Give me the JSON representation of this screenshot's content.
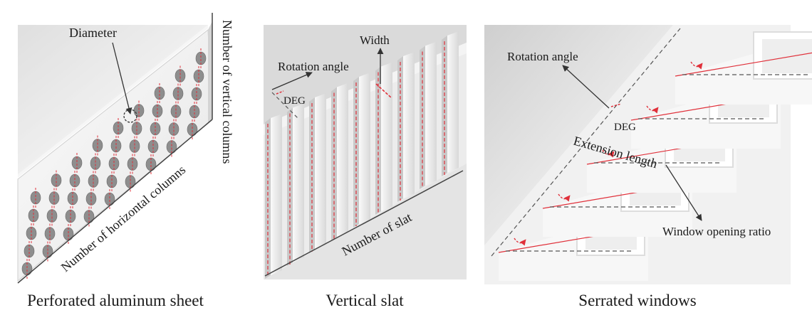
{
  "panels": [
    {
      "caption": "Perforated aluminum sheet",
      "labels": {
        "diameter": "Diameter",
        "vertical_columns": "Number of vertical columns",
        "horizontal_columns": "Number of horizontal columns"
      }
    },
    {
      "caption": "Vertical slat",
      "labels": {
        "width": "Width",
        "rotation_angle": "Rotation angle",
        "deg": "DEG",
        "number_of_slat": "Number of slat"
      }
    },
    {
      "caption": "Serrated windows",
      "labels": {
        "rotation_angle": "Rotation angle",
        "deg": "DEG",
        "extension_length": "Extension length",
        "window_opening_ratio": "Window opening ratio"
      }
    }
  ],
  "colors": {
    "guide_red": "#e0303a",
    "dimension_dash": "#555555",
    "annotation_line": "#333333"
  }
}
